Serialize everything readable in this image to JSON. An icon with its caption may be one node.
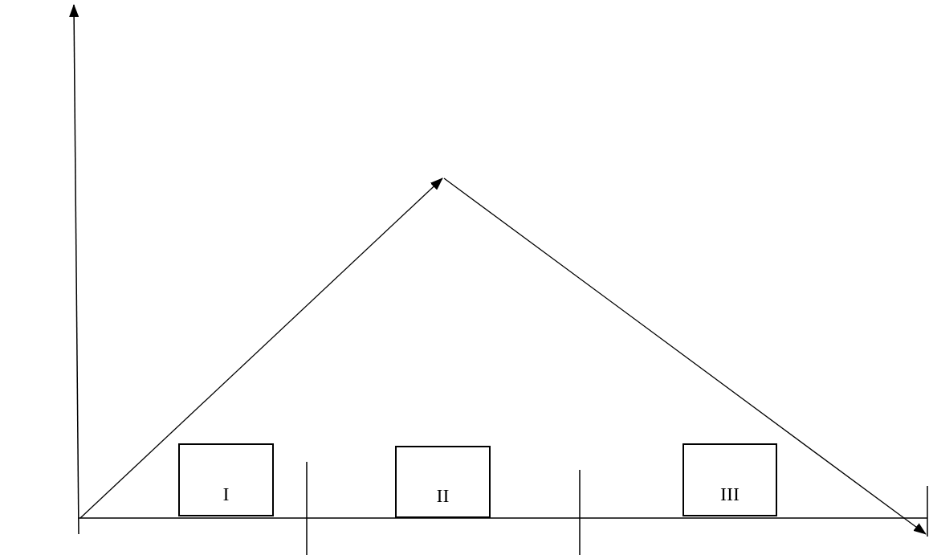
{
  "diagram": {
    "nodes": [
      {
        "text": [
          "I"
        ]
      },
      {
        "text": [
          "II"
        ]
      },
      {
        "text": [
          "III"
        ]
      }
    ]
  }
}
